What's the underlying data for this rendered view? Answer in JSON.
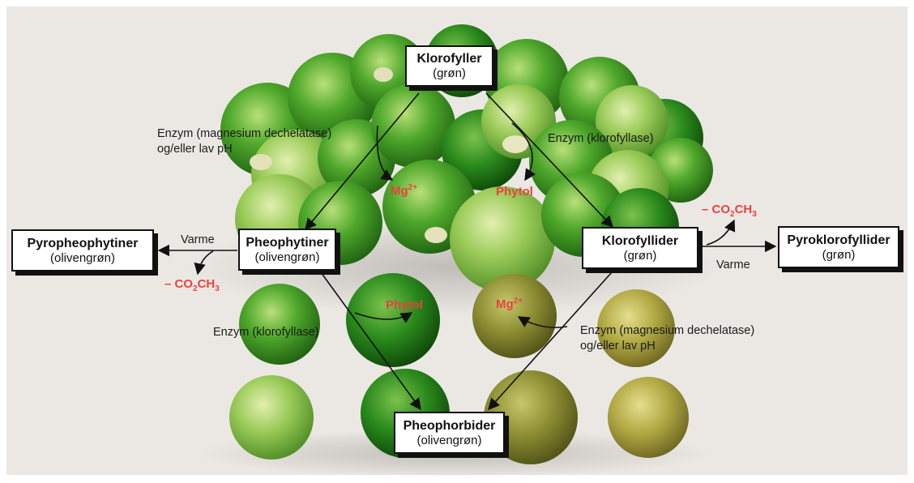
{
  "nodes": {
    "klorofyller": {
      "name": "Klorofyller",
      "color": "(grøn)"
    },
    "pheophytiner": {
      "name": "Pheophytiner",
      "color": "(olivengrøn)"
    },
    "klorofyllider": {
      "name": "Klorofyllider",
      "color": "(grøn)"
    },
    "pyropheophytiner": {
      "name": "Pyropheophytiner",
      "color": "(olivengrøn)"
    },
    "pyroklorofyllider": {
      "name": "Pyroklorofyllider",
      "color": "(grøn)"
    },
    "pheophorbider": {
      "name": "Pheophorbider",
      "color": "(olivengrøn)"
    }
  },
  "labels": {
    "enzyme_mg_top_line1": "Enzym (magnesium dechelatase)",
    "enzyme_mg_top_line2": "og/eller lav pH",
    "enzyme_klorofyllase_top": "Enzym (klorofyllase)",
    "varme_left": "Varme",
    "varme_right": "Varme",
    "enzyme_klorofyllase_bottom": "Enzym (klorofyllase)",
    "enzyme_mg_bottom_line1": "Enzym (magnesium dechelatase)",
    "enzyme_mg_bottom_line2": "og/eller lav pH"
  },
  "byproducts": {
    "mg_top": {
      "base": "Mg",
      "sup": "2+"
    },
    "phytol_top": "Phytol",
    "co2ch3_right": {
      "prefix": "– CO",
      "sub": "2",
      "suffix": "CH",
      "sub2": "3"
    },
    "co2ch3_left": {
      "prefix": "– CO",
      "sub": "2",
      "suffix": "CH",
      "sub2": "3"
    },
    "phytol_bottom": "Phytol",
    "mg_bottom": {
      "base": "Mg",
      "sup": "2+"
    }
  },
  "colors": {
    "background": "#ebe8e4",
    "sprout_bright": "#3f9a25",
    "sprout_dark": "#1f6a14",
    "sprout_yellow": "#a2a338",
    "byproduct_red": "#e8423f",
    "box_border": "#111111"
  }
}
